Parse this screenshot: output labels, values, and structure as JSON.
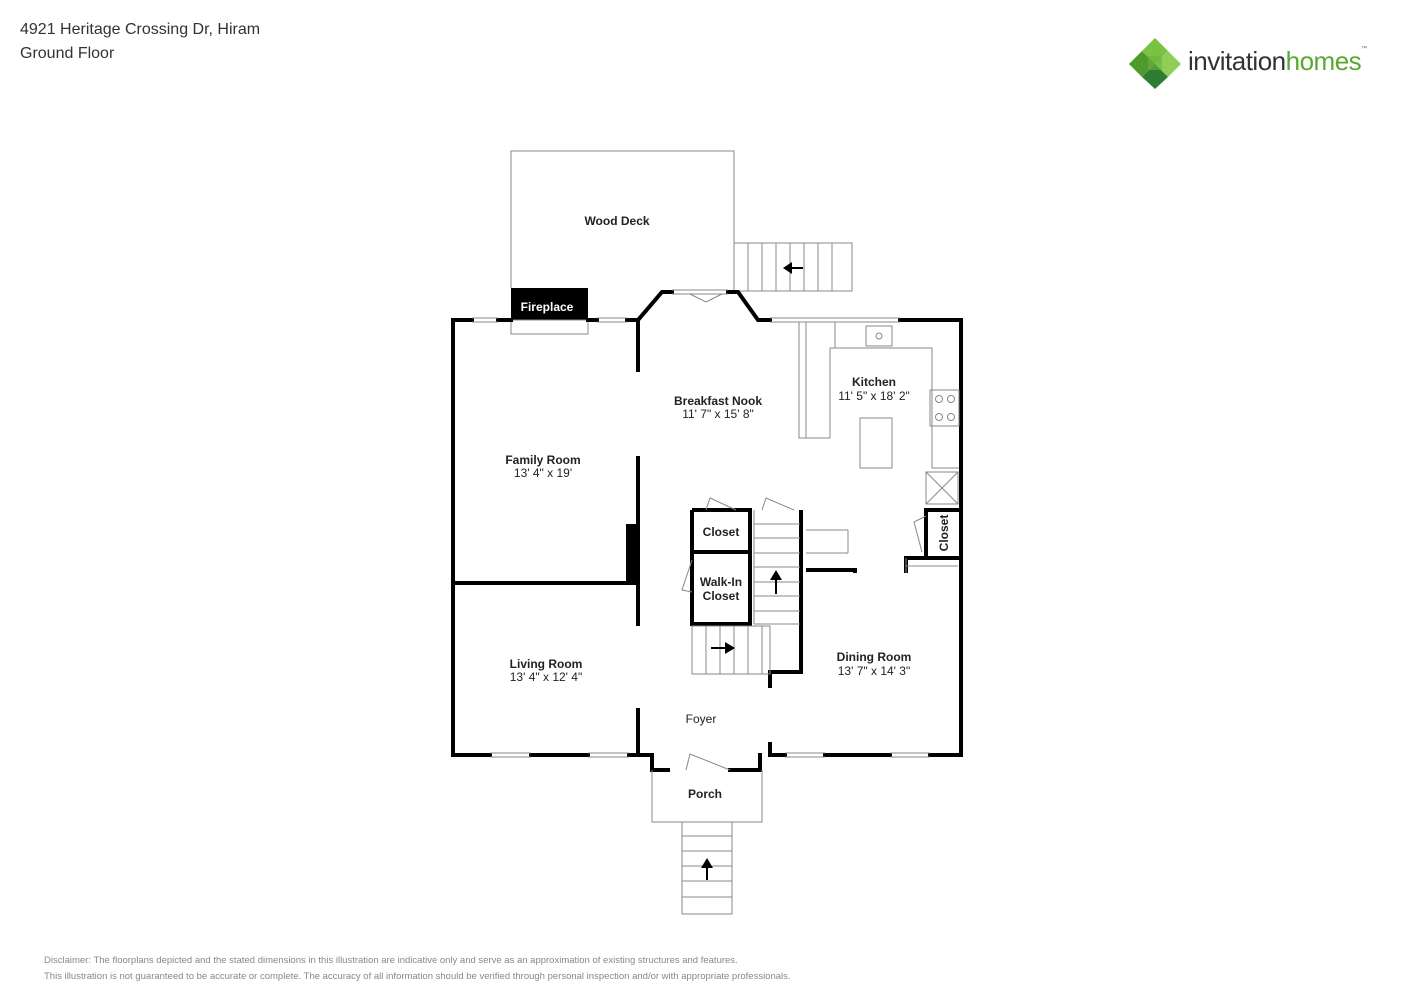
{
  "header": {
    "address": "4921 Heritage Crossing Dr, Hiram",
    "floor": "Ground Floor"
  },
  "logo": {
    "word1": "invitation",
    "word2": "homes",
    "trademark": "™",
    "icon": "diamond-cluster-logo-icon"
  },
  "rooms": {
    "wood_deck": {
      "name": "Wood Deck"
    },
    "fireplace": {
      "name": "Fireplace"
    },
    "breakfast_nook": {
      "name": "Breakfast Nook",
      "dims": "11' 7\" x 15' 8\""
    },
    "kitchen": {
      "name": "Kitchen",
      "dims": "11' 5\" x 18' 2\""
    },
    "family_room": {
      "name": "Family Room",
      "dims": "13' 4\" x 19'"
    },
    "closet": {
      "name": "Closet"
    },
    "walk_in_closet": {
      "line1": "Walk-In",
      "line2": "Closet"
    },
    "closet_side": {
      "name": "Closet"
    },
    "living_room": {
      "name": "Living Room",
      "dims": "13' 4\" x 12' 4\""
    },
    "dining_room": {
      "name": "Dining Room",
      "dims": "13' 7\" x 14' 3\""
    },
    "foyer": {
      "name": "Foyer"
    },
    "porch": {
      "name": "Porch"
    }
  },
  "disclaimer": {
    "line1": "Disclaimer: The floorplans depicted and the stated dimensions in this illustration are indicative only and serve as an approximation of existing structures and features.",
    "line2": "This illustration is not guaranteed to be accurate or complete. The accuracy of all information should be verified through personal inspection and/or with appropriate professionals."
  },
  "colors": {
    "wall": "#000000",
    "logo_green": "#5aa832",
    "logo_dark_green": "#2e7d32",
    "text": "#222222",
    "disclaimer": "#888888"
  }
}
